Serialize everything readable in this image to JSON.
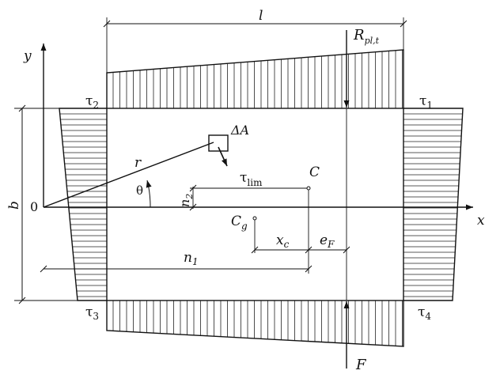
{
  "labels": {
    "y_axis": "y",
    "x_axis": "x",
    "origin": "0",
    "b": "b",
    "l": "l",
    "R": "R",
    "R_sub": "pl,t",
    "tau1": "τ",
    "tau1_sub": "1",
    "tau2": "τ",
    "tau2_sub": "2",
    "tau3": "τ",
    "tau3_sub": "3",
    "tau4": "τ",
    "tau4_sub": "4",
    "dA": "ΔA",
    "r": "r",
    "theta": "θ",
    "tau_lim": "τ",
    "tau_lim_sub": "lim",
    "C": "C",
    "Cg": "C",
    "Cg_sub": "g",
    "n1": "n",
    "n1_sub": "1",
    "n2": "n",
    "n2_sub": "2",
    "xc": "x",
    "xc_sub": "c",
    "eF": "e",
    "eF_sub": "F",
    "F": "F"
  }
}
